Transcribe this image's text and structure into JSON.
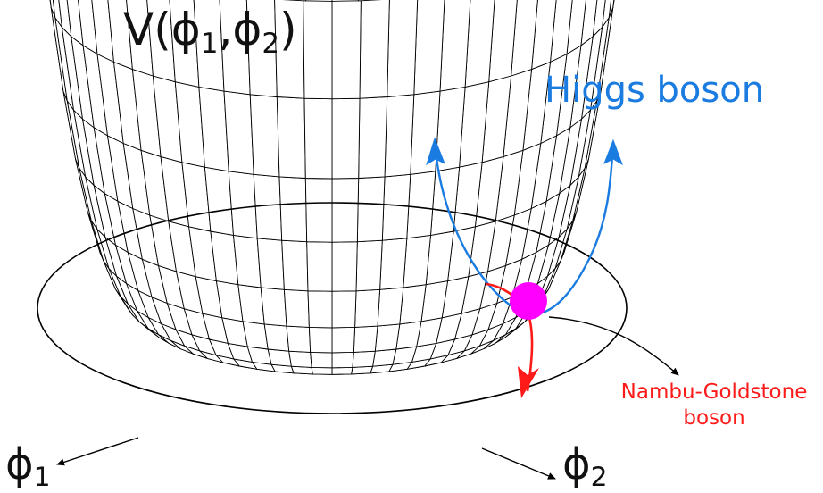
{
  "axes": {
    "vertical_label": {
      "main": "V(ϕ",
      "sub1": "1",
      "sep": ",ϕ",
      "sub2": "2",
      "close": ")"
    },
    "phi1_label": {
      "main": "ϕ",
      "sub": "1"
    },
    "phi2_label": {
      "main": "ϕ",
      "sub": "2"
    }
  },
  "annotations": {
    "higgs": "Higgs boson",
    "goldstone_line1": "Nambu-Goldstone",
    "goldstone_line2": "boson"
  },
  "colors": {
    "higgs": "#1a7be0",
    "goldstone": "#ff1a1a",
    "ball": "#ff00ff",
    "mesh": "#000000"
  },
  "icons": [
    "ball-marker",
    "higgs-arrow",
    "goldstone-arrow",
    "axis-arrow"
  ]
}
